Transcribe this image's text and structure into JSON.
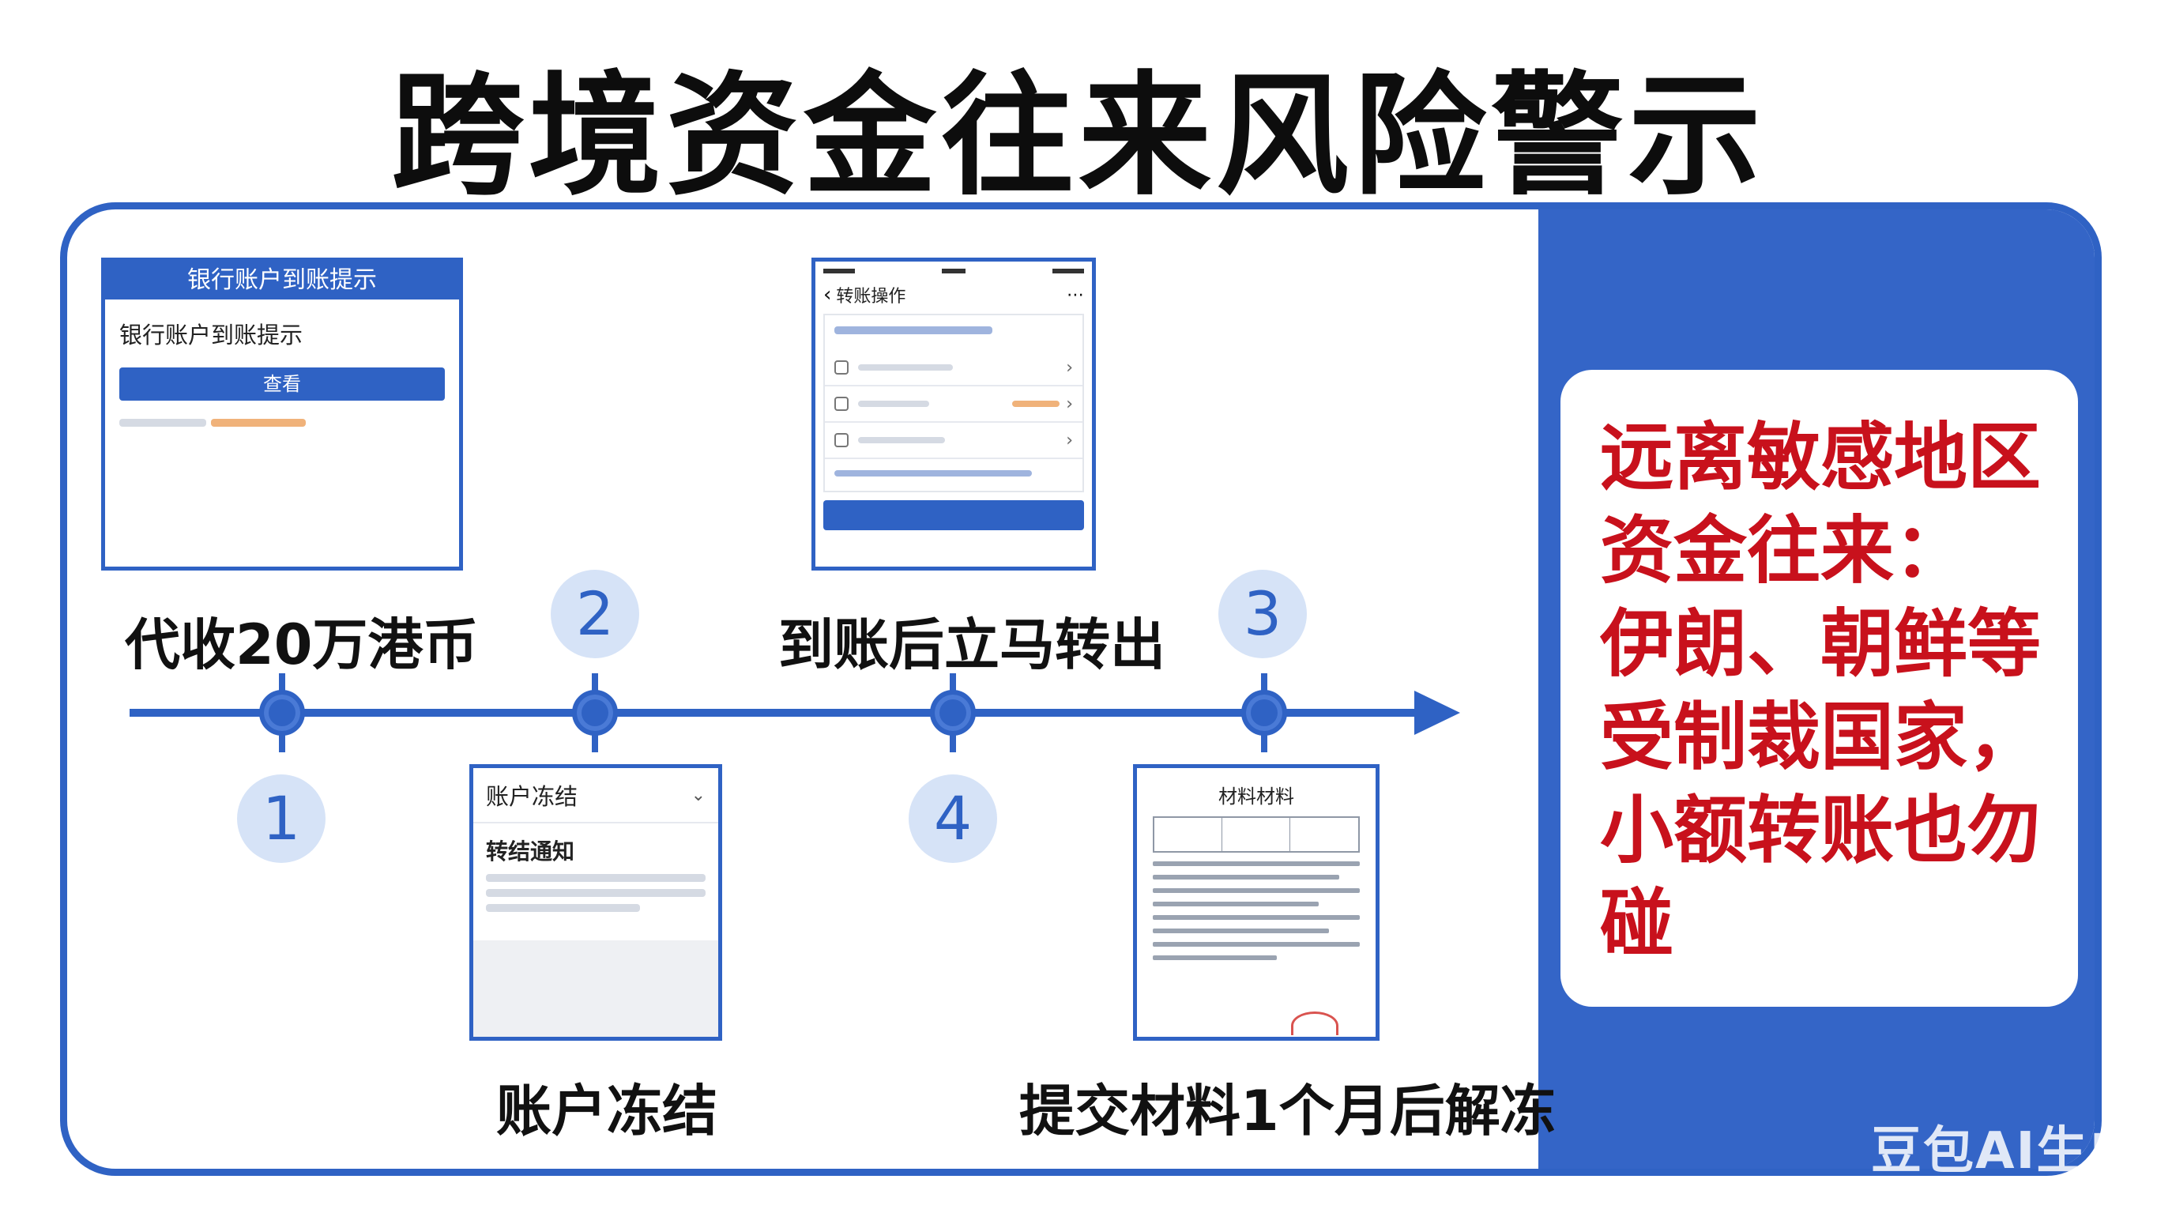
{
  "title": "跨境资金往来风险警示",
  "steps": [
    {
      "num": "1",
      "label": "代收20万港币"
    },
    {
      "num": "2",
      "label": "账户冻结"
    },
    {
      "num": "4",
      "label": "到账后立马转出"
    },
    {
      "num": "3",
      "label": "提交材料1个月后解冻"
    }
  ],
  "card_bank": {
    "header": "银行账户到账提示",
    "body_title": "银行账户到账提示",
    "button": "查看"
  },
  "card_transfer": {
    "header": "转账操作"
  },
  "card_freeze": {
    "header": "账户冻结",
    "body_title": "转结通知"
  },
  "card_docs": {
    "header": "材料材料"
  },
  "warning": {
    "lines": [
      "远离敏感地区",
      "资金往来：",
      "伊朗、朝鲜等",
      "受制裁国家，",
      "小额转账也勿",
      "碰"
    ]
  },
  "watermark": "豆包AI生成",
  "colors": {
    "accent": "#2f62c4",
    "warning_text": "#c8111c",
    "badge_fill": "#d6e3f7"
  }
}
